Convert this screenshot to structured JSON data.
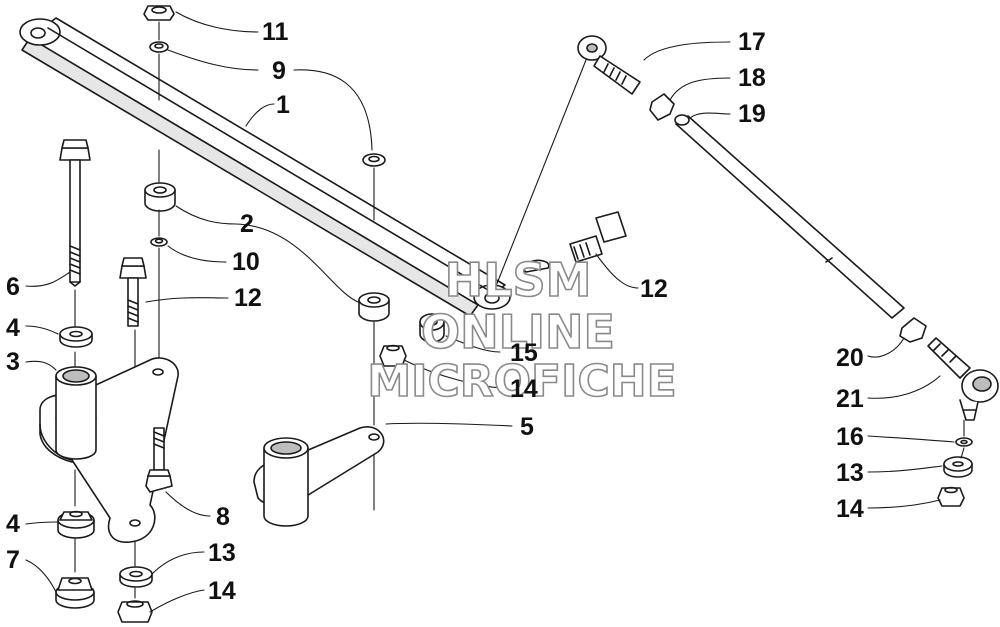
{
  "colors": {
    "line": "#1a1a1a",
    "part_fill": "#ffffff",
    "shade": "#bdbdbd",
    "watermark_outline": "#8a8a8a"
  },
  "watermark": {
    "line1": "HLSM",
    "line2": "ONLINE",
    "line3": "MICROFICHE"
  },
  "callouts": {
    "c11": "11",
    "c9": "9",
    "c1": "1",
    "c17": "17",
    "c18": "18",
    "c19": "19",
    "c2": "2",
    "c10": "10",
    "c12a": "12",
    "c12b": "12",
    "c6": "6",
    "c4a": "4",
    "c3": "3",
    "c15": "15",
    "c14a": "14",
    "c5": "5",
    "c8": "8",
    "c4b": "4",
    "c7": "7",
    "c13a": "13",
    "c14b": "14",
    "c20": "20",
    "c21": "21",
    "c16": "16",
    "c13b": "13",
    "c14c": "14"
  }
}
